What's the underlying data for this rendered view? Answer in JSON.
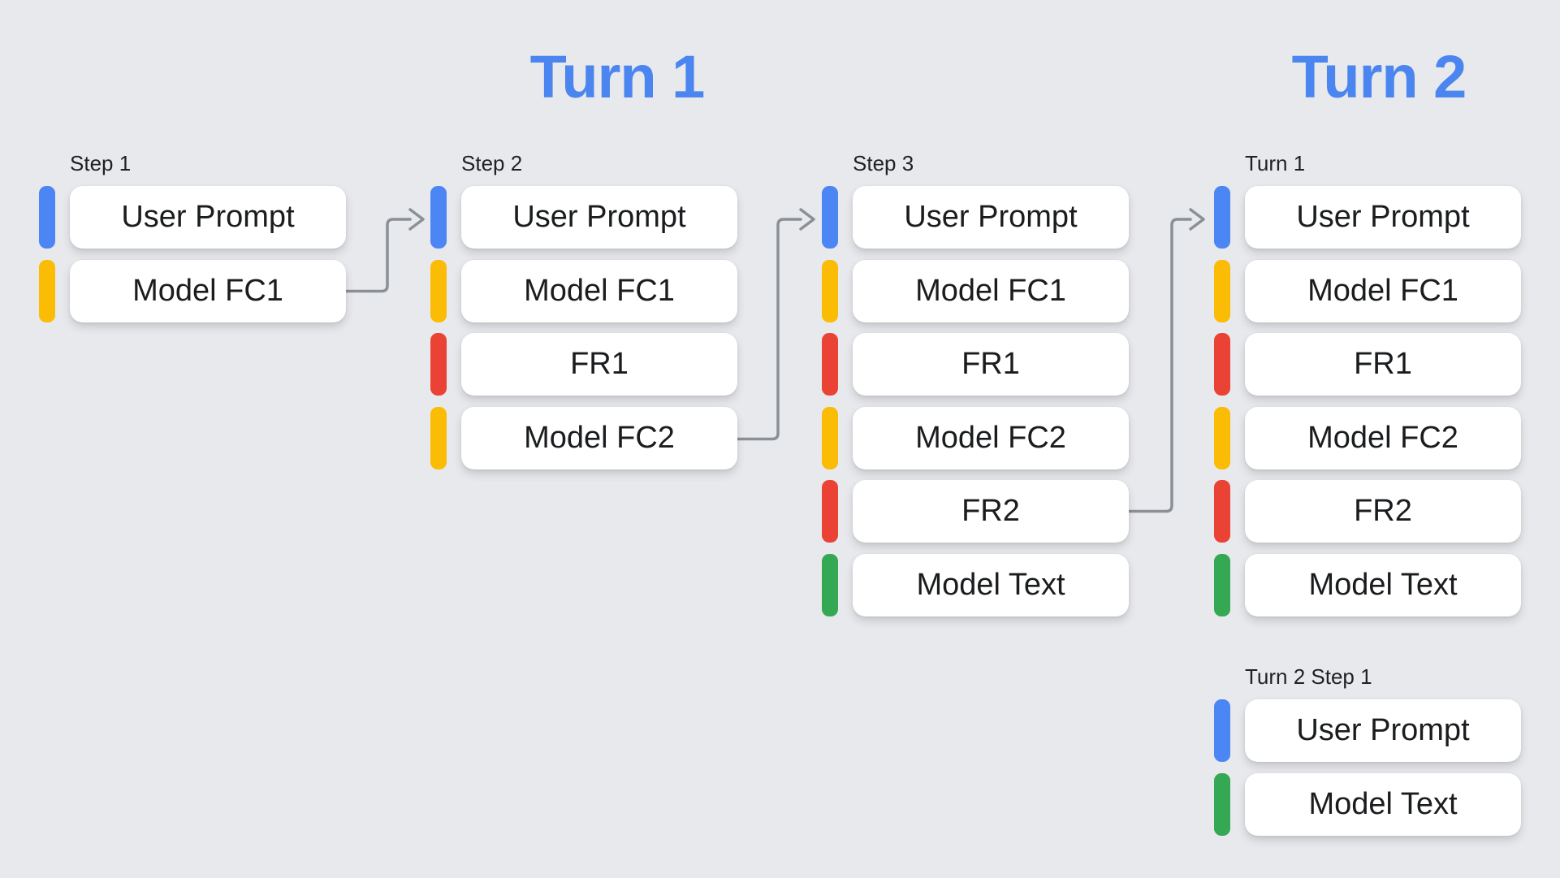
{
  "titles": {
    "turn1": "Turn 1",
    "turn2": "Turn 2"
  },
  "palette": {
    "user_prompt": "#4C86F4",
    "model_function_call": "#FBBC05",
    "function_response": "#EA4335",
    "model_text": "#34A853"
  },
  "colors": {
    "background": "#E8E9EC",
    "title_text": "#4A85F0",
    "connector": "#8A9096",
    "card_text": "#1A1C1E",
    "label_text": "#1F2124",
    "card_background": "#FFFFFF"
  },
  "columns": [
    {
      "label": "Step 1",
      "cards": [
        {
          "label": "User Prompt",
          "type": "user_prompt"
        },
        {
          "label": "Model FC1",
          "type": "model_function_call"
        }
      ]
    },
    {
      "label": "Step 2",
      "cards": [
        {
          "label": "User Prompt",
          "type": "user_prompt"
        },
        {
          "label": "Model FC1",
          "type": "model_function_call"
        },
        {
          "label": "FR1",
          "type": "function_response"
        },
        {
          "label": "Model FC2",
          "type": "model_function_call"
        }
      ]
    },
    {
      "label": "Step 3",
      "cards": [
        {
          "label": "User Prompt",
          "type": "user_prompt"
        },
        {
          "label": "Model FC1",
          "type": "model_function_call"
        },
        {
          "label": "FR1",
          "type": "function_response"
        },
        {
          "label": "Model FC2",
          "type": "model_function_call"
        },
        {
          "label": "FR2",
          "type": "function_response"
        },
        {
          "label": "Model Text",
          "type": "model_text"
        }
      ]
    },
    {
      "label": "Turn 1",
      "cards": [
        {
          "label": "User Prompt",
          "type": "user_prompt"
        },
        {
          "label": "Model FC1",
          "type": "model_function_call"
        },
        {
          "label": "FR1",
          "type": "function_response"
        },
        {
          "label": "Model FC2",
          "type": "model_function_call"
        },
        {
          "label": "FR2",
          "type": "function_response"
        },
        {
          "label": "Model Text",
          "type": "model_text"
        }
      ]
    },
    {
      "label": "Turn 2 Step 1",
      "cards": [
        {
          "label": "User Prompt",
          "type": "user_prompt"
        },
        {
          "label": "Model Text",
          "type": "model_text"
        }
      ]
    }
  ],
  "connectors": [
    {
      "from": "Step 1 / Model FC1",
      "to": "Step 2 / User Prompt"
    },
    {
      "from": "Step 2 / Model FC2",
      "to": "Step 3 / User Prompt"
    },
    {
      "from": "Step 3 / FR2",
      "to": "Turn 1 / User Prompt"
    }
  ]
}
